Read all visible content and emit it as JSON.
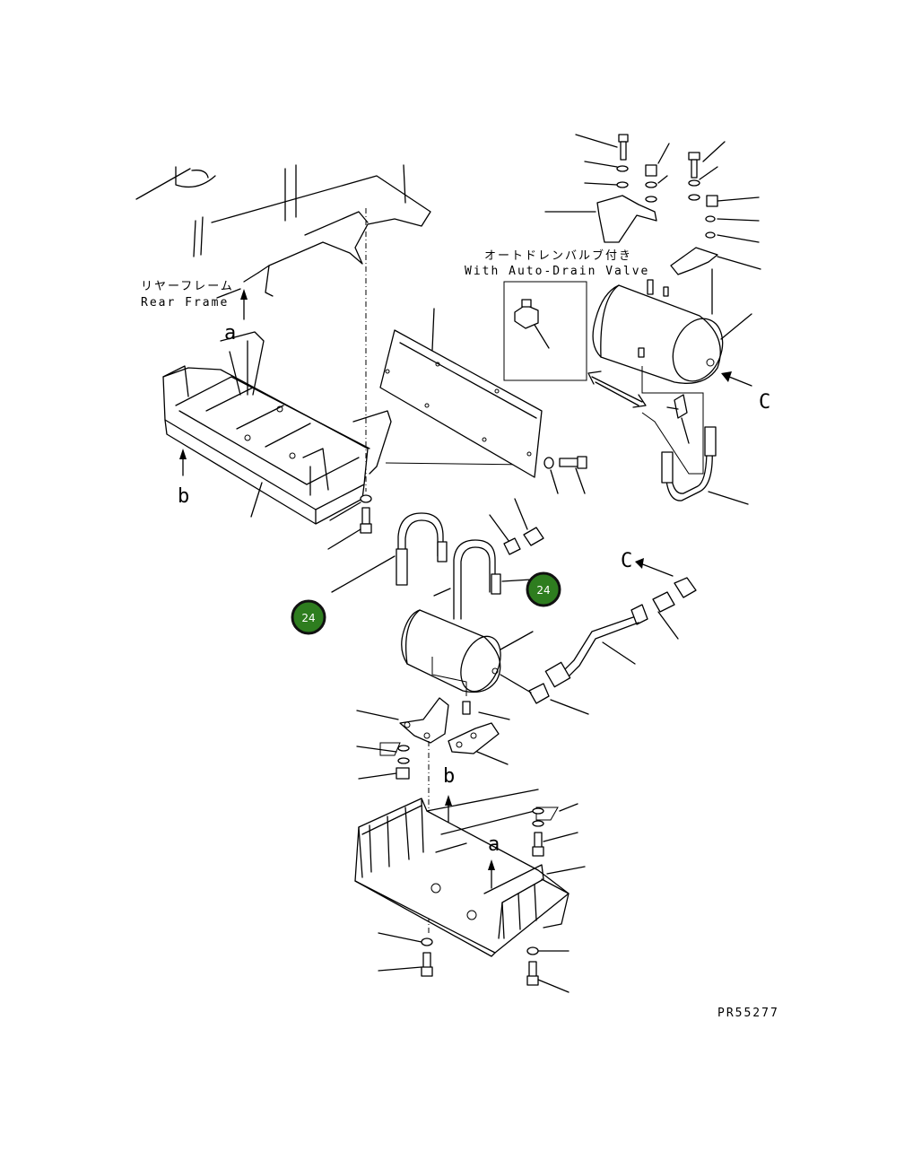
{
  "labels": {
    "rear_frame_jp": "リヤーフレーム",
    "rear_frame_en": "Rear Frame",
    "auto_drain_jp": "オートドレンバルブ付き",
    "auto_drain_en": "With Auto-Drain Valve",
    "ref_a_top": "a",
    "ref_b_left": "b",
    "ref_c_right": "C",
    "ref_c_mid": "C",
    "ref_b_lower": "b",
    "ref_a_lower": "a",
    "drawing_code": "PR55277"
  },
  "badges": [
    {
      "id": "badge-left",
      "text": "24"
    },
    {
      "id": "badge-right",
      "text": "24"
    }
  ],
  "colors": {
    "badge_fill": "#2e7d1f",
    "line": "#000000",
    "background": "#ffffff"
  }
}
